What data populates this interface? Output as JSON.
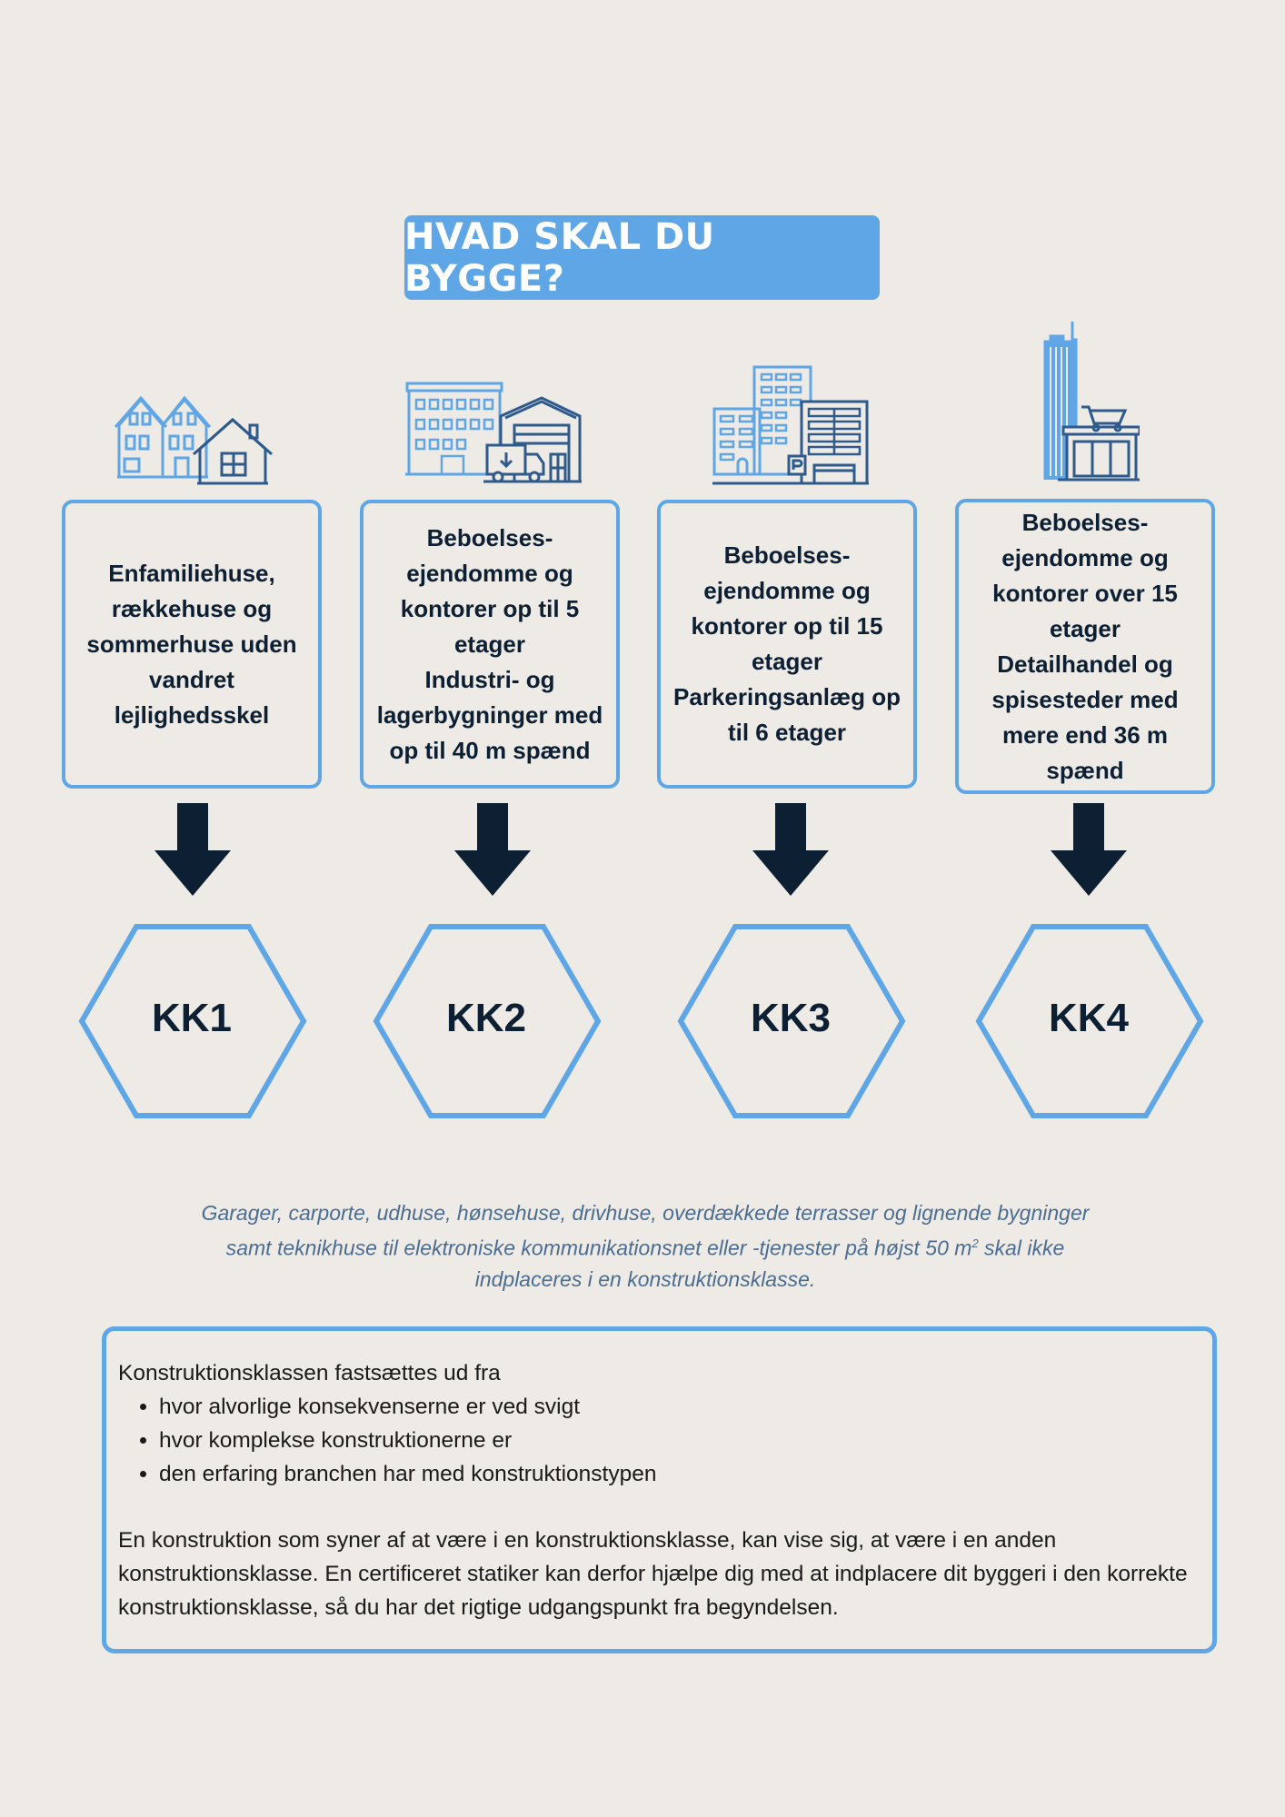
{
  "title": "HVAD SKAL DU BYGGE?",
  "columns": [
    {
      "icon": "houses-icon",
      "description": "Enfamiliehuse,\nrækkehuse og\nsommerhuse uden\nvandret\nlejlighedsskel",
      "class_label": "KK1"
    },
    {
      "icon": "office-warehouse-icon",
      "description": "Beboelses-\nejendomme og\nkontorer op til 5\netager\nIndustri- og\nlagerbygninger med\nop til 40 m spænd",
      "class_label": "KK2"
    },
    {
      "icon": "apartment-parking-icon",
      "description": "Beboelses-\nejendomme og\nkontorer op til 15\netager\nParkeringsanlæg op\ntil 6 etager",
      "class_label": "KK3"
    },
    {
      "icon": "skyscraper-shop-icon",
      "description": "Beboelses-\nejendomme og\nkontorer over 15\netager\nDetailhandel og\nspisesteder med\nmere end 36 m\nspænd",
      "class_label": "KK4"
    }
  ],
  "note": {
    "text_before": "Garager, carporte, udhuse, hønsehuse, drivhuse, overdækkede terrasser og lignende bygninger samt teknikhuse til elektroniske kommunikationsnet eller -tjenester på højst 50 m",
    "superscript": "2",
    "text_after": " skal ikke indplaceres i en konstruktionsklasse."
  },
  "info": {
    "intro": "Konstruktionsklassen fastsættes ud fra",
    "bullets": [
      "hvor alvorlige konsekvenserne er ved svigt",
      "hvor komplekse konstruktionerne er",
      "den erfaring branchen har med konstruktionstypen"
    ],
    "paragraph": "En konstruktion som syner af at være i en konstruktionsklasse, kan vise sig, at være i en anden konstruktionsklasse. En certificeret statiker kan derfor hjælpe dig med at indplacere dit byggeri i den korrekte konstruktionsklasse, så du har det rigtige udgangspunkt fra begyndelsen."
  },
  "colors": {
    "accent": "#5fa6e6",
    "dark_navy": "#0c1f33",
    "icon_dark": "#2e5a8c",
    "background": "#eeeae5",
    "note_text": "#4b6d91"
  }
}
